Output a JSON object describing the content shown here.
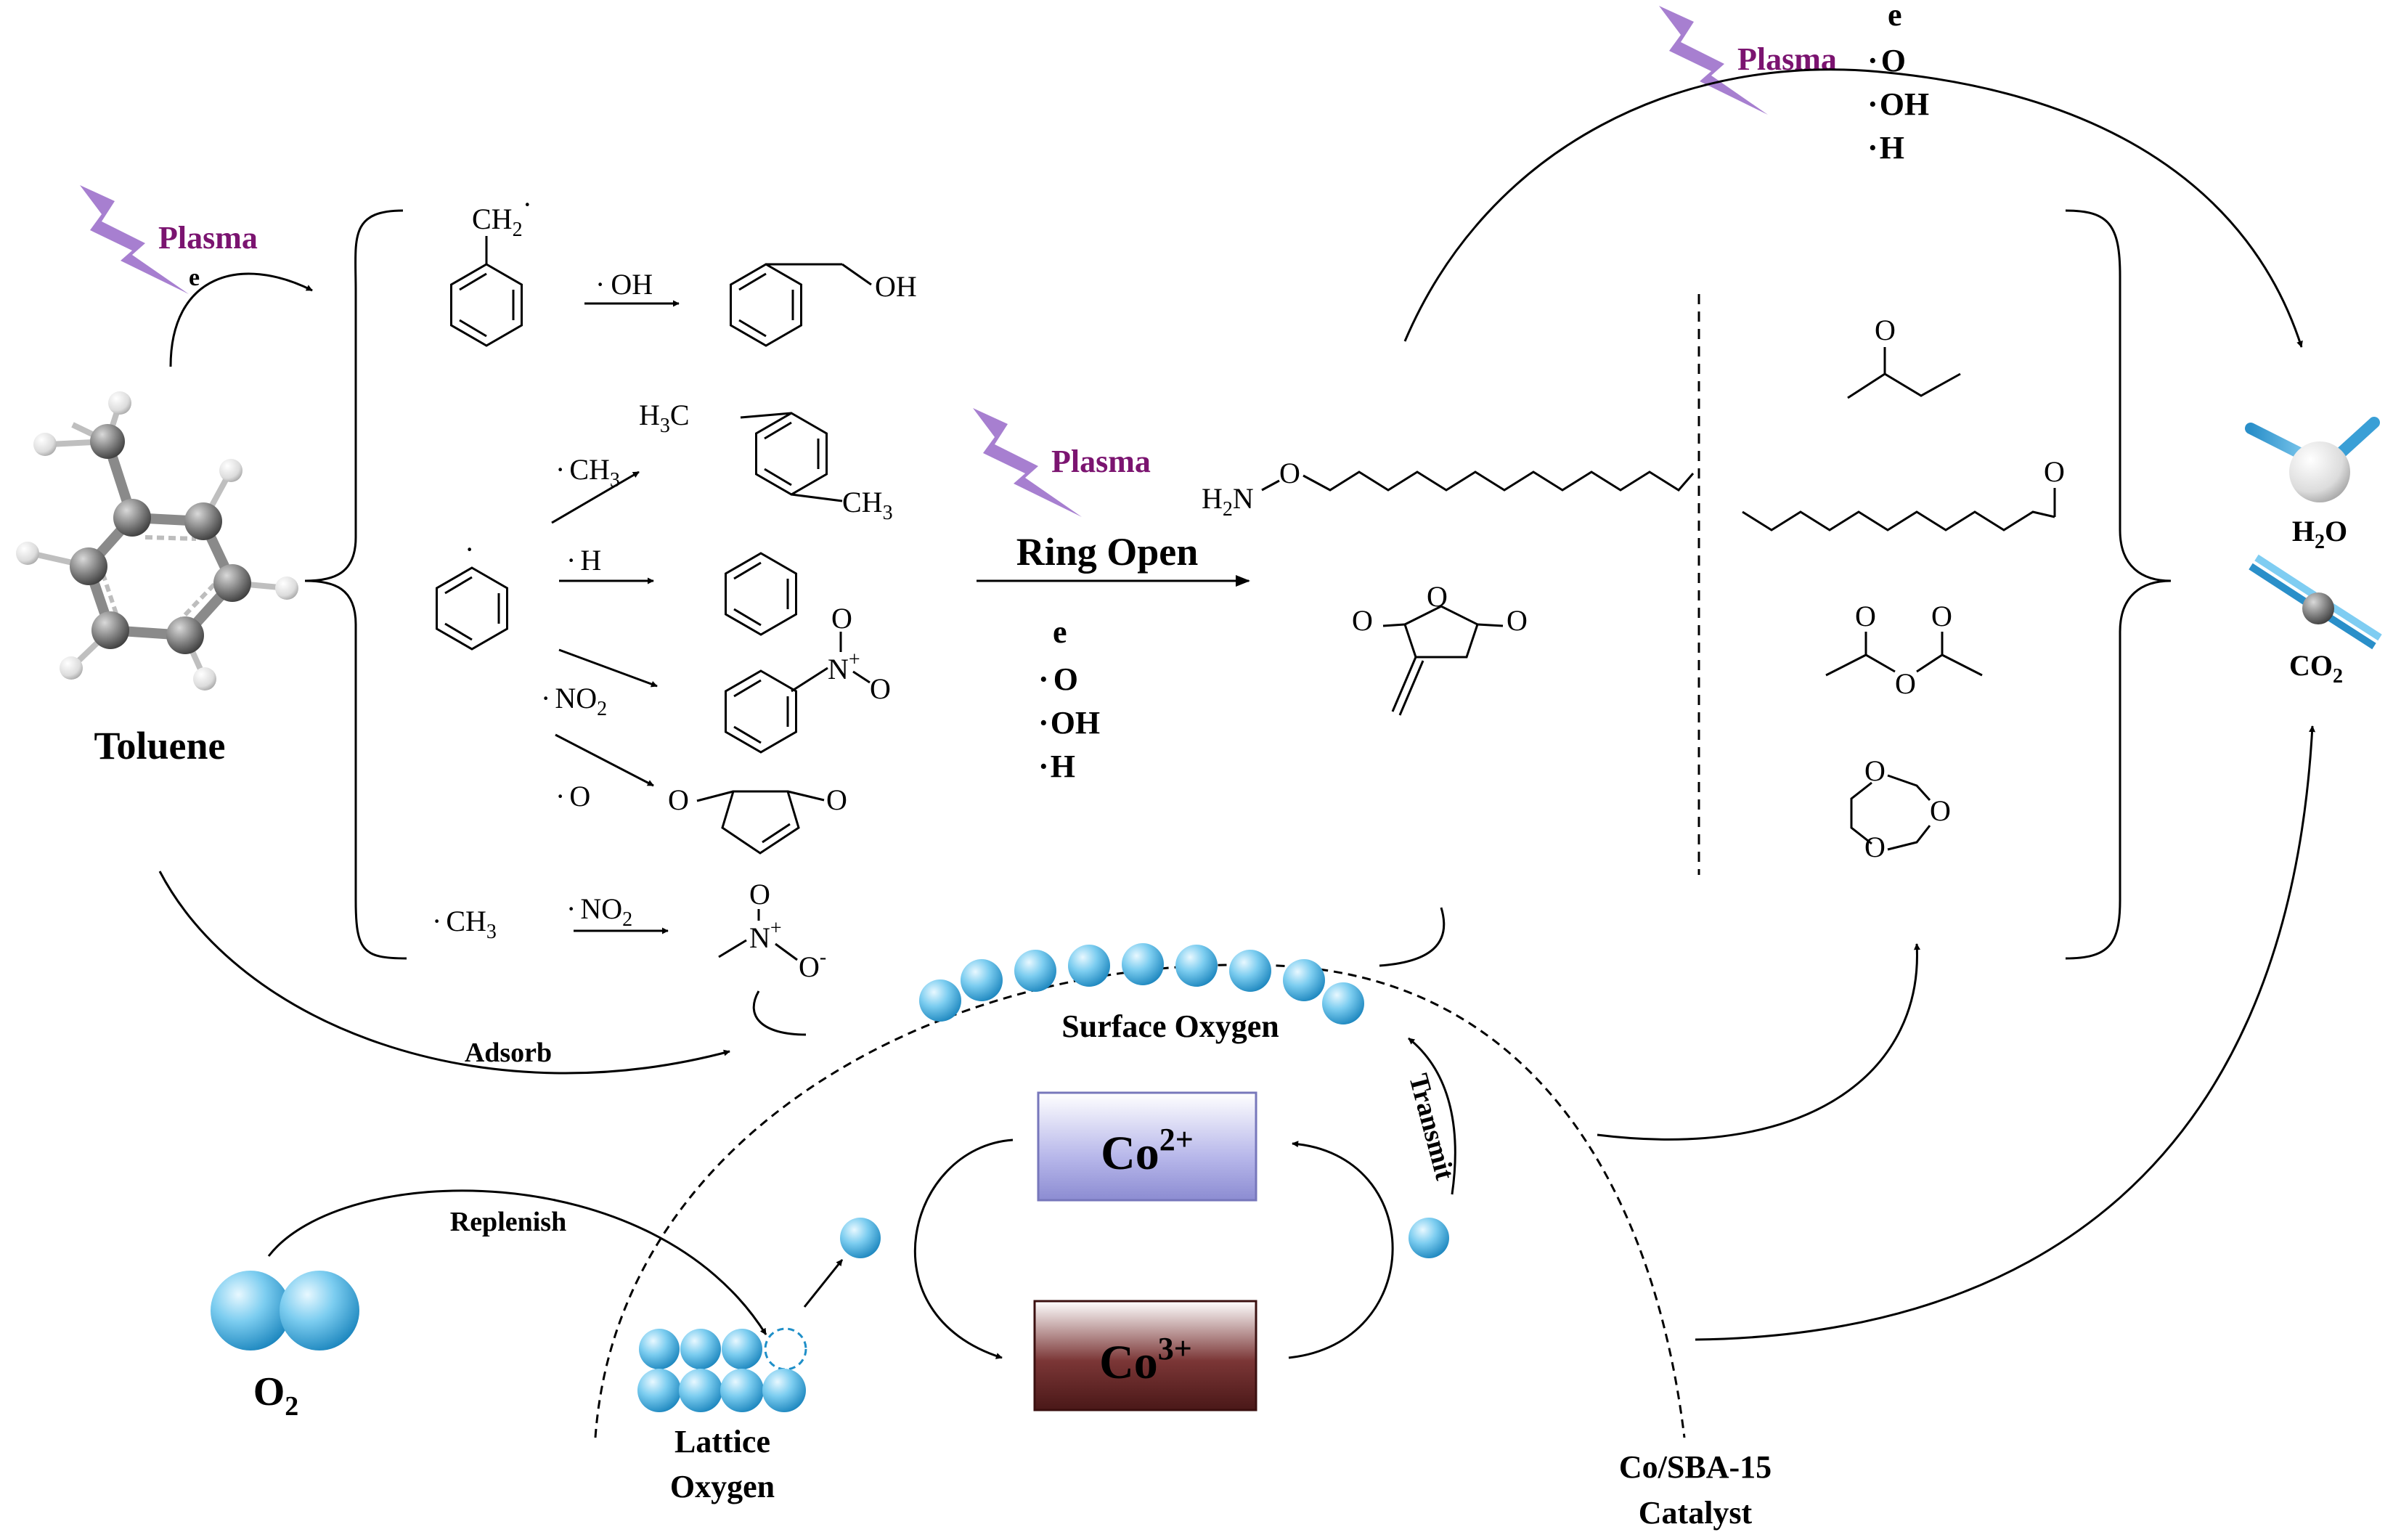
{
  "colors": {
    "plasma": "#a77fd0",
    "plasma_text": "#7b1470",
    "oxygen_ball_light": "#d8f3ff",
    "oxygen_ball_dark": "#1f8fc8",
    "co2_box": "#b3b3e6",
    "co3_box": "#6b2a2a",
    "atom_gray": "#707070",
    "atom_white": "#e0e0e0"
  },
  "icons": [
    "lightning-icon",
    "oxygen-atom-icon",
    "toluene-molecule-icon",
    "water-molecule-icon",
    "co2-molecule-icon"
  ],
  "labels": {
    "plasma": "Plasma",
    "toluene": "Toluene",
    "e": "e",
    "ring_open": "Ring Open",
    "adsorb": "Adsorb",
    "replenish": "Replenish",
    "transmit": "Transmit",
    "surface_oxygen": "Surface Oxygen",
    "lattice_oxygen_1": "Lattice",
    "lattice_oxygen_2": "Oxygen",
    "o2": "O",
    "o2_sub": "2",
    "co2_plus": "Co",
    "co2_plus_sup": "2+",
    "co3_plus": "Co",
    "co3_plus_sup": "3+",
    "catalyst_1": "Co/SBA-15",
    "catalyst_2": "Catalyst",
    "h2o": "H",
    "h2o_sub": "2",
    "h2o_end": "O",
    "co2": "CO",
    "co2_sub": "2"
  },
  "radicals": {
    "oh": "OH",
    "ch3": "CH",
    "ch3_sub": "3",
    "h": "H",
    "no2": "NO",
    "no2_sub": "2",
    "o": "O",
    "dot": "·"
  },
  "structures": {
    "ch2_label": "CH",
    "ch2_sub": "2",
    "benzyl_alcohol_oh": "OH",
    "h3c": "H",
    "h3c_sub": "3",
    "h3c_end": "C",
    "ch3_label": "CH",
    "ch3_sub": "3",
    "n_plus": "N",
    "plus": "+",
    "o_minus": "O",
    "minus": "-",
    "o_label": "O",
    "h2n": "H",
    "h2n_sub": "2",
    "h2n_end": "N"
  }
}
